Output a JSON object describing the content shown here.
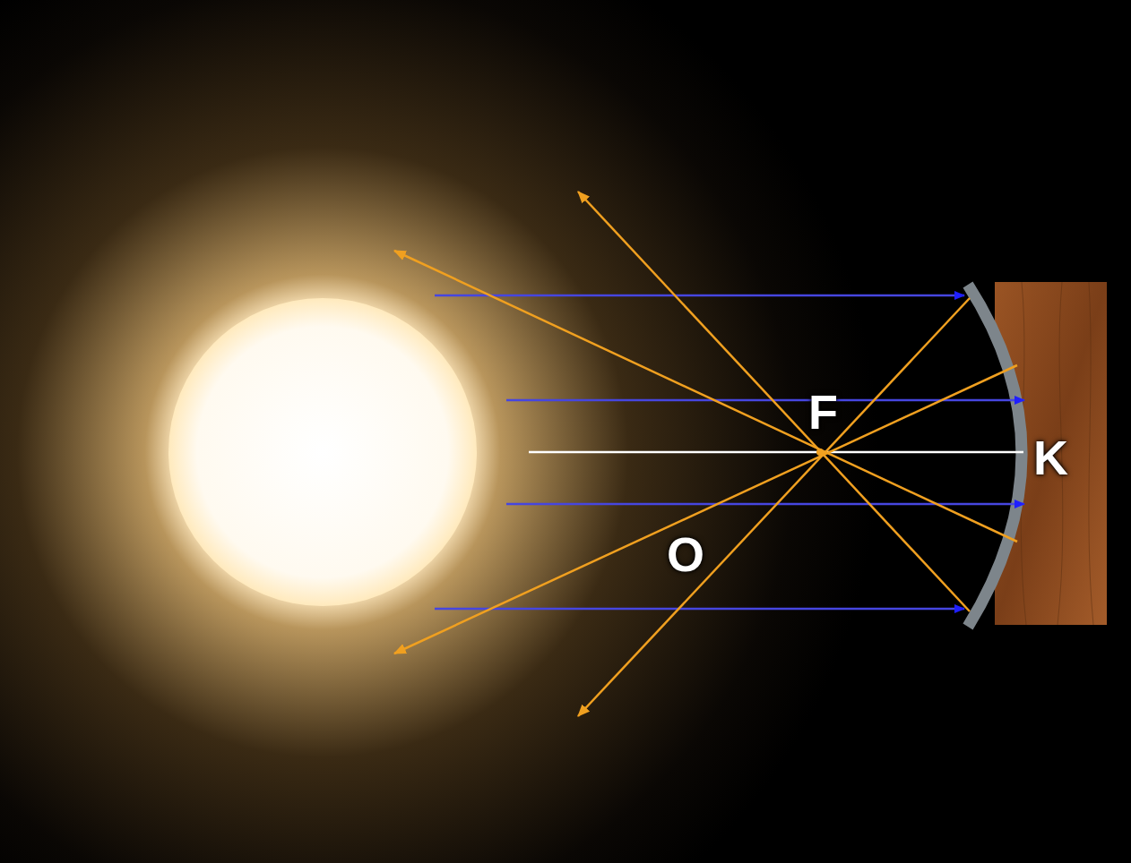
{
  "diagram": {
    "labels": [
      "F",
      "K",
      "O"
    ]
  }
}
